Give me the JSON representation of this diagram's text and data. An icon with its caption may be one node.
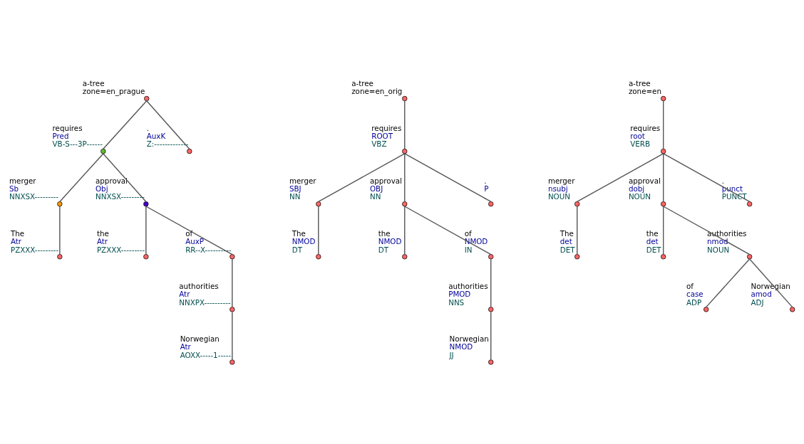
{
  "diagram": {
    "nodes": [
      {
        "text": [],
        "shape": "circle",
        "beside": [
          "a-tree",
          "zone=en_prague"
        ]
      },
      {
        "text": [],
        "shape": "circle",
        "beside": [
          "requires",
          "Pred",
          "VB-S---3P------"
        ]
      },
      {
        "text": [],
        "shape": "circle",
        "beside": [
          "merger",
          "Sb",
          "NNXSX---------"
        ]
      },
      {
        "text": [],
        "shape": "circle",
        "beside": [
          "The",
          "Atr",
          "PZXXX---------"
        ]
      },
      {
        "text": [],
        "shape": "circle",
        "beside": [
          "approval",
          "Obj",
          "NNXSX---------"
        ]
      },
      {
        "text": [],
        "shape": "circle",
        "beside": [
          "the",
          "Atr",
          "PZXXX---------"
        ]
      },
      {
        "text": [],
        "shape": "circle",
        "beside": [
          "of",
          "AuxP",
          "RR--X----------"
        ]
      },
      {
        "text": [],
        "shape": "circle",
        "beside": [
          "authorities",
          "Atr",
          "NNXPX----------"
        ]
      },
      {
        "text": [],
        "shape": "circle",
        "beside": [
          "Norwegian",
          "Atr",
          "AOXX-----1-----"
        ]
      },
      {
        "text": [],
        "shape": "circle",
        "beside": [
          ".",
          "AuxK",
          "Z:-------------"
        ]
      },
      {
        "text": [],
        "shape": "circle",
        "beside": [
          "a-tree",
          "zone=en_orig"
        ]
      },
      {
        "text": [],
        "shape": "circle",
        "beside": [
          "requires",
          "ROOT",
          "VBZ"
        ]
      },
      {
        "text": [],
        "shape": "circle",
        "beside": [
          "merger",
          "SBJ",
          "NN"
        ]
      },
      {
        "text": [],
        "shape": "circle",
        "beside": [
          "The",
          "NMOD",
          "DT"
        ]
      },
      {
        "text": [],
        "shape": "circle",
        "beside": [
          "approval",
          "OBJ",
          "NN"
        ]
      },
      {
        "text": [],
        "shape": "circle",
        "beside": [
          "the",
          "NMOD",
          "DT"
        ]
      },
      {
        "text": [],
        "shape": "circle",
        "beside": [
          "of",
          "NMOD",
          "IN"
        ]
      },
      {
        "text": [],
        "shape": "circle",
        "beside": [
          "authorities",
          "PMOD",
          "NNS"
        ]
      },
      {
        "text": [],
        "shape": "circle",
        "beside": [
          "Norwegian",
          "NMOD",
          "JJ"
        ]
      },
      {
        "text": [],
        "shape": "circle",
        "beside": [
          ".",
          "P",
          "."
        ]
      },
      {
        "text": [],
        "shape": "circle",
        "beside": [
          "a-tree",
          "zone=en"
        ]
      },
      {
        "text": [],
        "shape": "circle",
        "beside": [
          "requires",
          "root",
          "VERB"
        ]
      },
      {
        "text": [],
        "shape": "circle",
        "beside": [
          "merger",
          "nsubj",
          "NOUN"
        ]
      },
      {
        "text": [],
        "shape": "circle",
        "beside": [
          "The",
          "det",
          "DET"
        ]
      },
      {
        "text": [],
        "shape": "circle",
        "beside": [
          "approval",
          "dobj",
          "NOUN"
        ]
      },
      {
        "text": [],
        "shape": "circle",
        "beside": [
          "the",
          "det",
          "DET"
        ]
      },
      {
        "text": [],
        "shape": "circle",
        "beside": [
          "authorities",
          "nmod",
          "NOUN"
        ]
      },
      {
        "text": [],
        "shape": "circle",
        "beside": [
          "of",
          "case",
          "ADP"
        ]
      },
      {
        "text": [],
        "shape": "circle",
        "beside": [
          "Norwegian",
          "amod",
          "ADJ"
        ]
      },
      {
        "text": [],
        "shape": "circle",
        "beside": [
          ".",
          "punct",
          "PUNCT"
        ]
      }
    ],
    "edges": [
      {
        "from": 0,
        "to": 1,
        "arrow": "none"
      },
      {
        "from": 0,
        "to": 9,
        "arrow": "none"
      },
      {
        "from": 1,
        "to": 2,
        "arrow": "none"
      },
      {
        "from": 1,
        "to": 4,
        "arrow": "none"
      },
      {
        "from": 2,
        "to": 3,
        "arrow": "none"
      },
      {
        "from": 4,
        "to": 5,
        "arrow": "none"
      },
      {
        "from": 4,
        "to": 6,
        "arrow": "none"
      },
      {
        "from": 6,
        "to": 7,
        "arrow": "none"
      },
      {
        "from": 7,
        "to": 8,
        "arrow": "none"
      },
      {
        "from": 10,
        "to": 11,
        "arrow": "none"
      },
      {
        "from": 11,
        "to": 12,
        "arrow": "none"
      },
      {
        "from": 11,
        "to": 14,
        "arrow": "none"
      },
      {
        "from": 11,
        "to": 19,
        "arrow": "none"
      },
      {
        "from": 12,
        "to": 13,
        "arrow": "none"
      },
      {
        "from": 14,
        "to": 15,
        "arrow": "none"
      },
      {
        "from": 14,
        "to": 16,
        "arrow": "none"
      },
      {
        "from": 16,
        "to": 17,
        "arrow": "none"
      },
      {
        "from": 17,
        "to": 18,
        "arrow": "none"
      },
      {
        "from": 20,
        "to": 21,
        "arrow": "none"
      },
      {
        "from": 21,
        "to": 22,
        "arrow": "none"
      },
      {
        "from": 21,
        "to": 24,
        "arrow": "none"
      },
      {
        "from": 21,
        "to": 29,
        "arrow": "none"
      },
      {
        "from": 22,
        "to": 23,
        "arrow": "none"
      },
      {
        "from": 24,
        "to": 25,
        "arrow": "none"
      },
      {
        "from": 24,
        "to": 26,
        "arrow": "none"
      },
      {
        "from": 26,
        "to": 27,
        "arrow": "none"
      },
      {
        "from": 26,
        "to": 28,
        "arrow": "none"
      }
    ]
  }
}
